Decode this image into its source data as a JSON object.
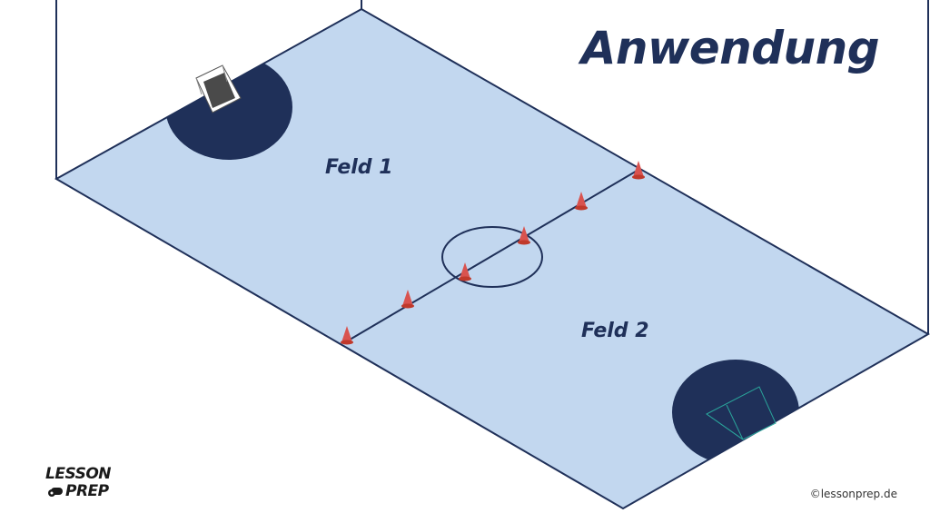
{
  "title": "Anwendung",
  "fields": {
    "feld1": "Feld 1",
    "feld2": "Feld 2"
  },
  "logo": {
    "line1": "LESSON",
    "line2": "PREP"
  },
  "copyright": "©lessonprep.de",
  "colors": {
    "court": "#c2d7ef",
    "lines": "#1f3059",
    "goal_area": "#1f3059",
    "cone": "#d9534f",
    "title": "#1f3059"
  },
  "icons": {
    "cone": "cone-icon",
    "goal": "goal-icon",
    "whistle": "whistle-icon"
  }
}
